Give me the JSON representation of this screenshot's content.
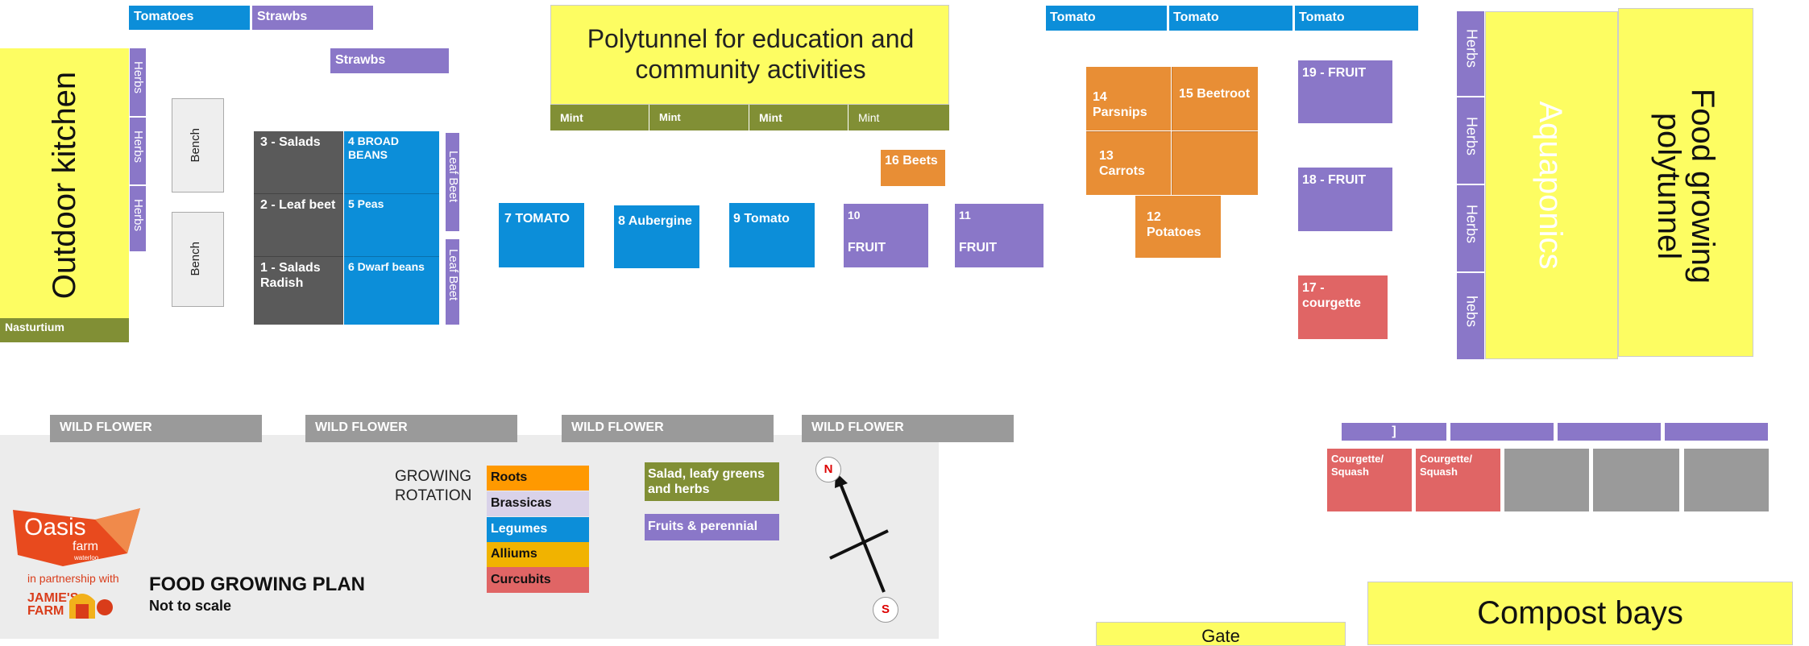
{
  "labels": {
    "tomatoes_top": "Tomatoes",
    "strawbs_top": "Strawbs",
    "strawbs_mid": "Strawbs",
    "outdoor_kitchen": "Outdoor kitchen",
    "herbs_left": [
      "Herbs",
      "Herbs",
      "Herbs"
    ],
    "nasturtium": "Nasturtium",
    "bench": "Bench",
    "polytunnel_edu": "Polytunnel for education and community activities",
    "mint": [
      "Mint",
      "Mint",
      "Mint",
      "Mint"
    ],
    "bed_salads": "3 - Salads",
    "bed_leaf_beet": "2 - Leaf beet",
    "bed_salads_radish": "1 - Salads Radish",
    "bed_broad_beans": "4 BROAD BEANS",
    "bed_peas": "5 Peas",
    "bed_dwarf_beans": "6 Dwarf beans",
    "leaf_beet_side": "Leaf Beet",
    "bed_tomato_7": "7 TOMATO",
    "bed_aubergine_8": "8 Aubergine",
    "bed_tomato_9": "9 Tomato",
    "bed_fruit_10_num": "10",
    "bed_fruit_10": "FRUIT",
    "bed_fruit_11_num": "11",
    "bed_fruit_11": "FRUIT",
    "bed_beets_16": "16 Beets",
    "tomato_strip": [
      "Tomato",
      "Tomato",
      "Tomato"
    ],
    "bed_parsnips_14": "14 Parsnips",
    "bed_beetroot_15": "15 Beetroot",
    "bed_carrots_13": "13 Carrots",
    "bed_potatoes_12": "12 Potatoes",
    "bed_fruit_19": "19 - FRUIT",
    "bed_fruit_18": "18 - FRUIT",
    "bed_courgette_17": "17 - courgette",
    "herbs_right": [
      "Herbs",
      "Herbs",
      "Herbs",
      "hebs"
    ],
    "aquaponics": "Aquaponics",
    "food_polytunnel": "Food growing polytunnel",
    "wild_flower": [
      "WILD FLOWER",
      "WILD FLOWER",
      "WILD FLOWER",
      "WILD FLOWER"
    ],
    "growing_rotation": "GROWING ROTATION",
    "rotation": [
      "Roots",
      "Brassicas",
      "Legumes",
      "Alliums",
      "Curcubits"
    ],
    "legend_salad": "Salad, leafy greens and herbs",
    "legend_fruits": "Fruits & perennial",
    "compass_n": "N",
    "compass_s": "S",
    "squash_strip_label": "]",
    "courgette_squash": [
      "Courgette/ Squash",
      "Courgette/ Squash"
    ],
    "plan_title": "FOOD GROWING PLAN",
    "plan_subtitle": "Not to scale",
    "logo_oasis": "Oasis",
    "logo_farm": "farm",
    "logo_sub": "waterloo",
    "partnership": "in partnership with",
    "jamies_farm": "JAMIE'S FARM",
    "compost_bays": "Compost bays",
    "gate": "Gate"
  },
  "colors": {
    "blue": "#0c8ed9",
    "purple": "#8a77c8",
    "yellow": "#fdfd62",
    "olive": "#818f35",
    "orange": "#e88e35",
    "red": "#e06565",
    "dark_grey": "#5a5a5a",
    "grey": "#9a9a9a",
    "roots": "#ff9900",
    "brassicas": "#d9d2e9",
    "legumes": "#0c8ed9",
    "alliums": "#f1b300",
    "curcubits": "#e06565"
  }
}
